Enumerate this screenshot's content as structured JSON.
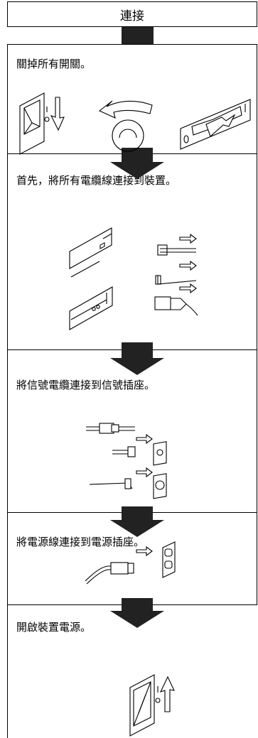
{
  "title": "連接",
  "steps": [
    {
      "text": "關掉所有開關。"
    },
    {
      "text": "首先，將所有電纜線連接到裝置。"
    },
    {
      "text": "將信號電纜連接到信號插座。"
    },
    {
      "text": "將電源線連接到電源插座。"
    },
    {
      "text": "開啟裝置電源。"
    }
  ]
}
